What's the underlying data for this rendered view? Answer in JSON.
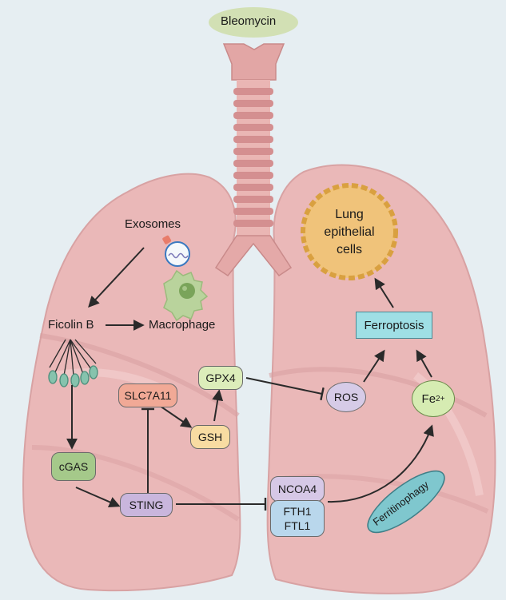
{
  "title": "Bleomycin",
  "labels": {
    "exosomes": "Exosomes",
    "ficolin_b": "Ficolin B",
    "macrophage": "Macrophage",
    "cgas": "cGAS",
    "sting": "STING",
    "slc7a11": "SLC7A11",
    "gsh": "GSH",
    "gpx4": "GPX4",
    "ros": "ROS",
    "ferroptosis": "Ferroptosis",
    "lung_cells_line1": "Lung",
    "lung_cells_line2": "epithelial",
    "lung_cells_line3": "cells",
    "fe_base": "Fe",
    "fe_sup": "2+",
    "ncoa4": "NCOA4",
    "fth1": "FTH1",
    "ftl1": "FTL1",
    "ferritinophagy": "Ferritinophagy"
  },
  "colors": {
    "background": "#e6eef2",
    "lung_fill": "#eab8b8",
    "lung_dark": "#d9a0a2",
    "trachea": "#e4a9a8",
    "bleomycin_fill": "#d2e0b4",
    "cgas_fill": "#a5c98a",
    "sting_fill": "#c9b6dd",
    "slc7a11_fill": "#f1a996",
    "gsh_fill": "#f8dca2",
    "gpx4_fill": "#dcedba",
    "ros_fill": "#d6cbe7",
    "ferroptosis_fill": "#9fdfe5",
    "fe_fill": "#d6ecb2",
    "ncoa4_fill": "#d6c8e6",
    "fth_fill": "#b9d7ec",
    "ferritinophagy_fill": "#7fc7ce",
    "cell_fill": "#f0c37a",
    "arrow": "#2a2a2a"
  },
  "icons": [
    "exosome-icon",
    "macrophage-icon",
    "ficolin-bouquet-icon"
  ]
}
